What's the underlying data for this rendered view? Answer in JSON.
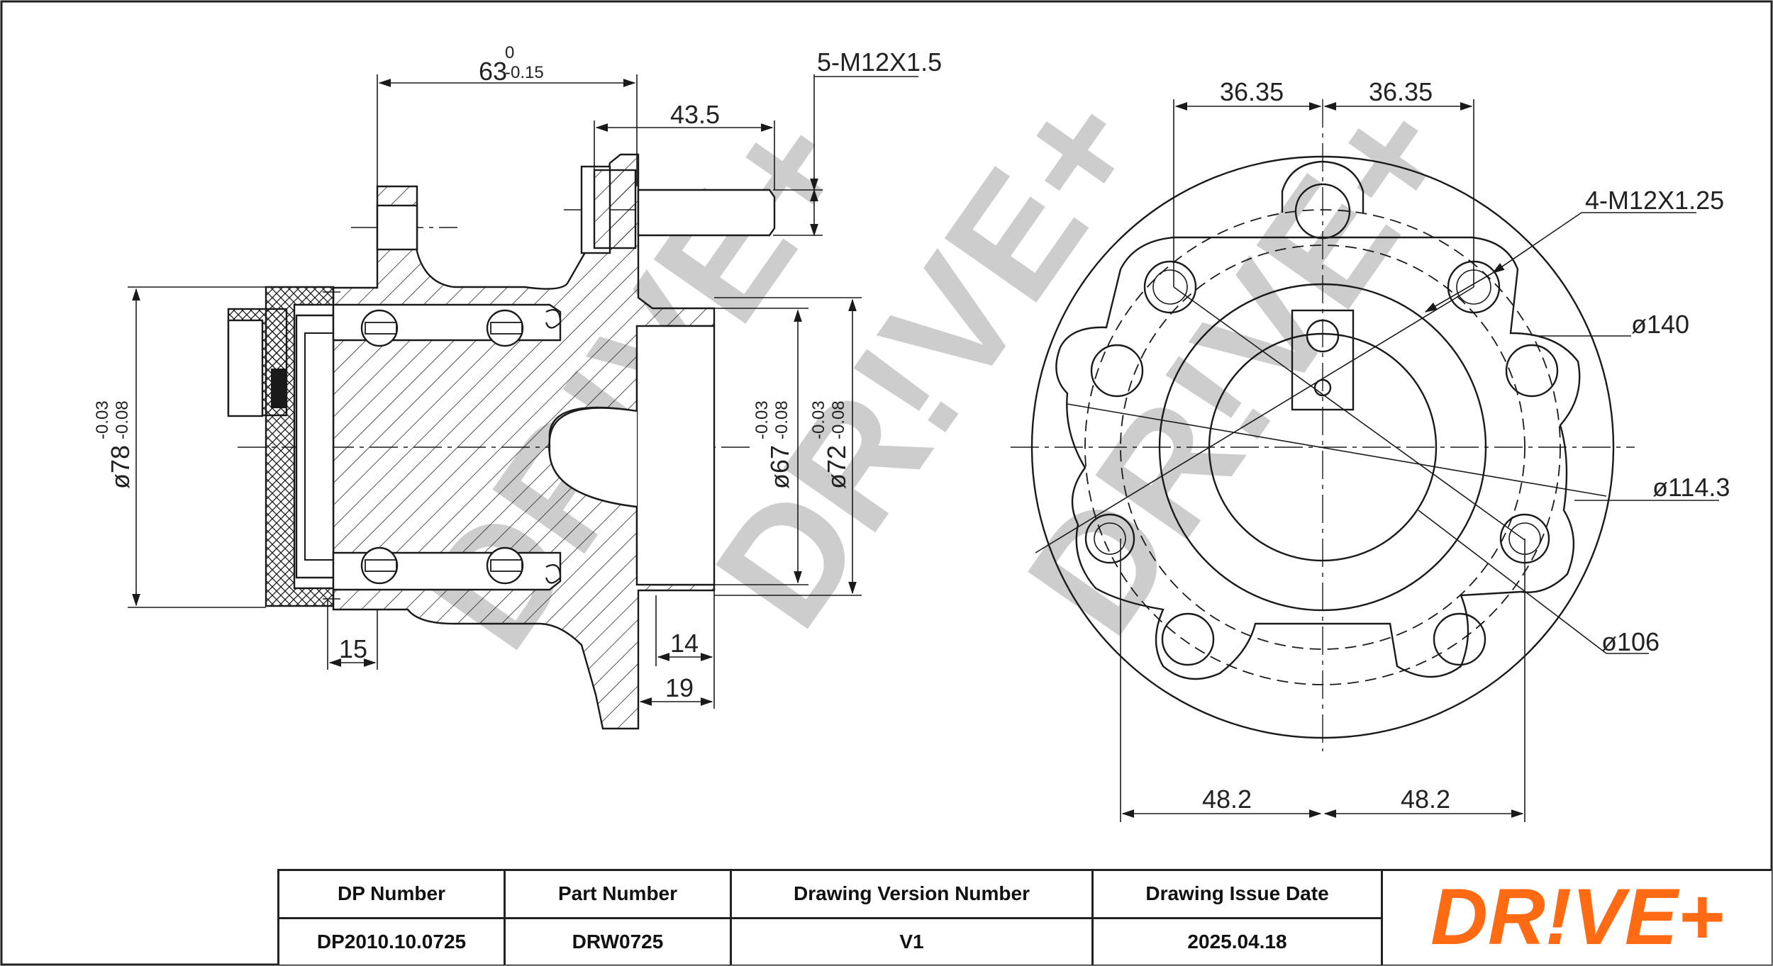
{
  "dimensions": {
    "length_63": "63",
    "tol_63_upper": "0",
    "tol_63_lower": "-0.15",
    "stud_thread": "5-M12X1.5",
    "stud_length": "43.5",
    "dia_78_symbol": "ø",
    "dia_78": "78",
    "dia_78_tol_upper": "-0.03",
    "dia_78_tol_lower": "-0.08",
    "dia_67": "67",
    "dia_67_tol_upper": "-0.03",
    "dia_67_tol_lower": "-0.08",
    "dia_72": "72",
    "dia_72_tol_upper": "-0.03",
    "dia_72_tol_lower": "-0.08",
    "offset_15": "15",
    "offset_14": "14",
    "offset_19": "19",
    "half_spacing_left": "36.35",
    "half_spacing_right": "36.35",
    "mount_thread": "4-M12X1.25",
    "dia_140": "ø140",
    "dia_114": "ø114.3",
    "dia_106": "ø106",
    "bolt_offset_left": "48.2",
    "bolt_offset_right": "48.2"
  },
  "watermark": "DR!VE+",
  "title_block": {
    "headers": [
      "DP Number",
      "Part Number",
      "Drawing Version Number",
      "Drawing Issue Date"
    ],
    "values": [
      "DP2010.10.0725",
      "DRW0725",
      "V1",
      "2025.04.18"
    ],
    "logo_text": "DR!VE+",
    "logo_color": "#ff6a13"
  }
}
